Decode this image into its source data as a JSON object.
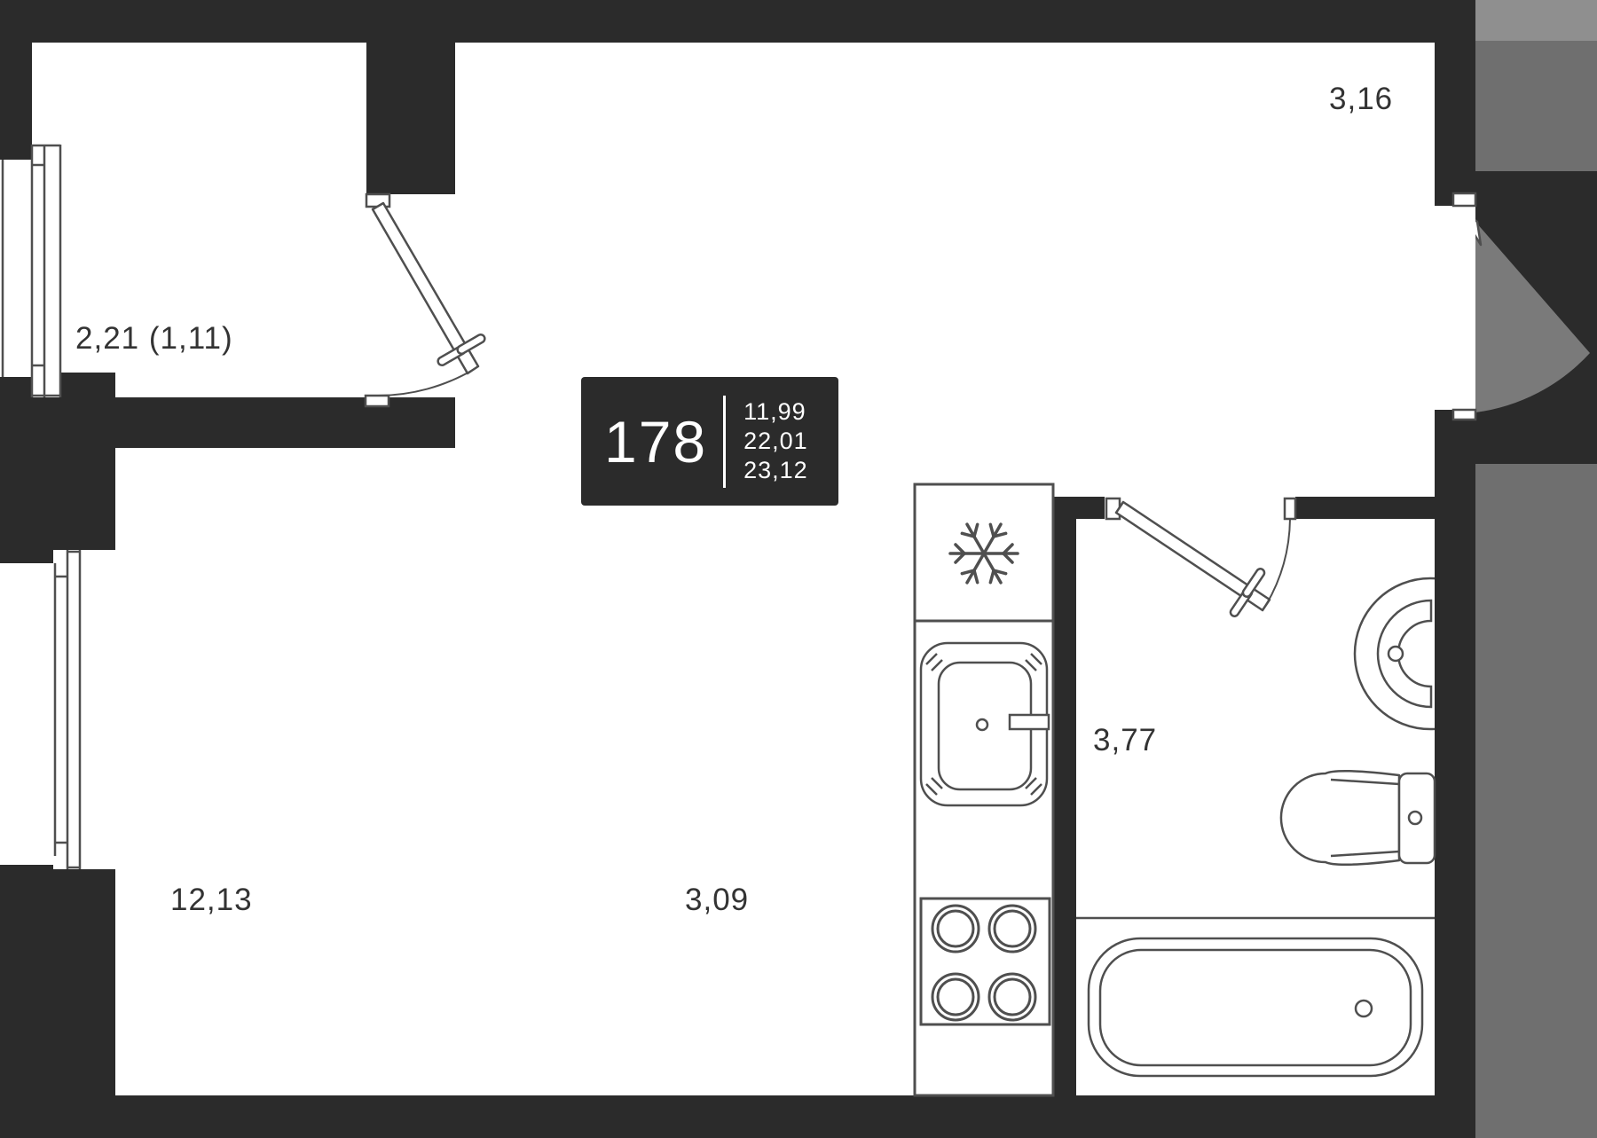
{
  "plan": {
    "unit": {
      "number": "178",
      "areas": [
        "11,99",
        "22,01",
        "23,12"
      ]
    },
    "rooms": {
      "balcony": {
        "label": "2,21 (1,11)"
      },
      "hallway": {
        "label": "3,16"
      },
      "bathroom": {
        "label": "3,77"
      },
      "living_room": {
        "label": "12,13"
      },
      "kitchen_zone": {
        "label": "3,09"
      }
    },
    "icons": {
      "fridge": "snowflake-icon"
    },
    "fixtures": [
      "fridge",
      "kitchen-sink",
      "stove-4-burners",
      "washbasin",
      "toilet",
      "bathtub"
    ],
    "colors": {
      "wall": "#2b2b2b",
      "line": "#4f4f4f",
      "exterior": "#6f6f6f",
      "exterior_light": "#8f8f8f",
      "door_swing": "#7a7a7a",
      "label_text": "#333333",
      "badge_bg": "#2b2b2b",
      "badge_text": "#ffffff"
    }
  }
}
